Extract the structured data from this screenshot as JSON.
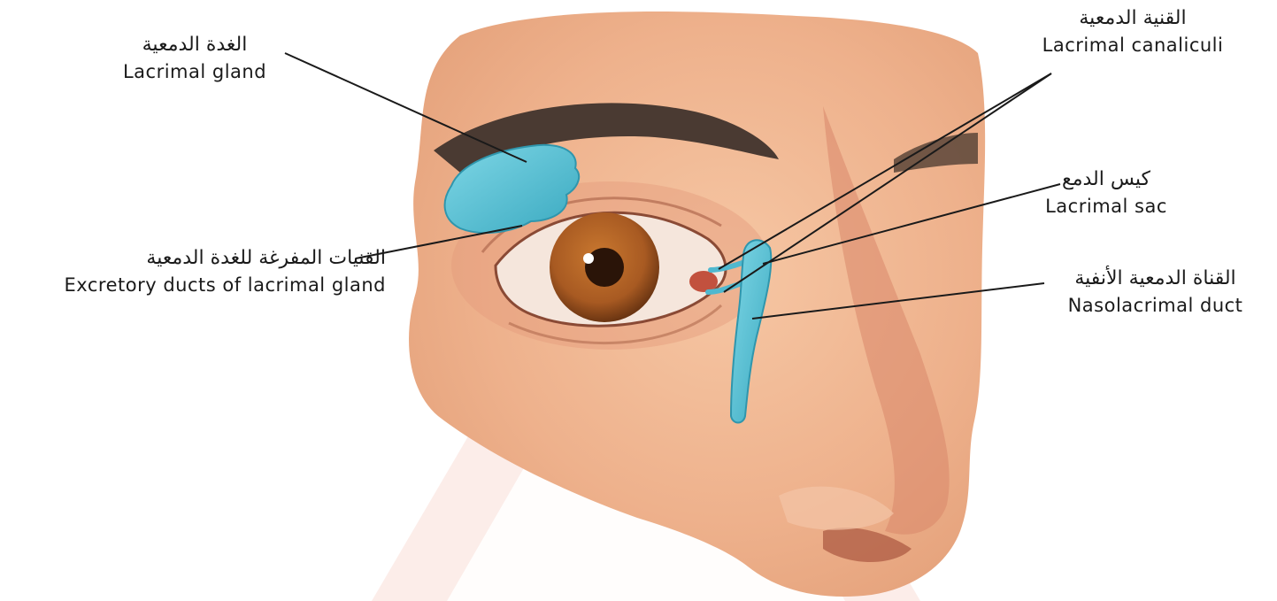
{
  "labels": {
    "lacrimal_gland": {
      "ar": "الغدة الدمعية",
      "en": "Lacrimal gland"
    },
    "excretory_ducts": {
      "ar": "القنيات المفرغة للغدة الدمعية",
      "en": "Excretory ducts of lacrimal gland"
    },
    "lacrimal_canaliculi": {
      "ar": "القنية الدمعية",
      "en": "Lacrimal canaliculi"
    },
    "lacrimal_sac": {
      "ar": "كيس الدمع",
      "en": "Lacrimal sac"
    },
    "nasolacrimal_duct": {
      "ar": "القناة الدمعية الأنفية",
      "en": "Nasolacrimal duct"
    }
  },
  "colors": {
    "skin": "#eeb48f",
    "skin_dark": "#d98a62",
    "lacrimal_structure": "#5bc3d6",
    "iris": "#a85a22",
    "brow": "#4a3a32",
    "leader_line": "#1a1a1a",
    "watermark": "#fbe9e4"
  }
}
